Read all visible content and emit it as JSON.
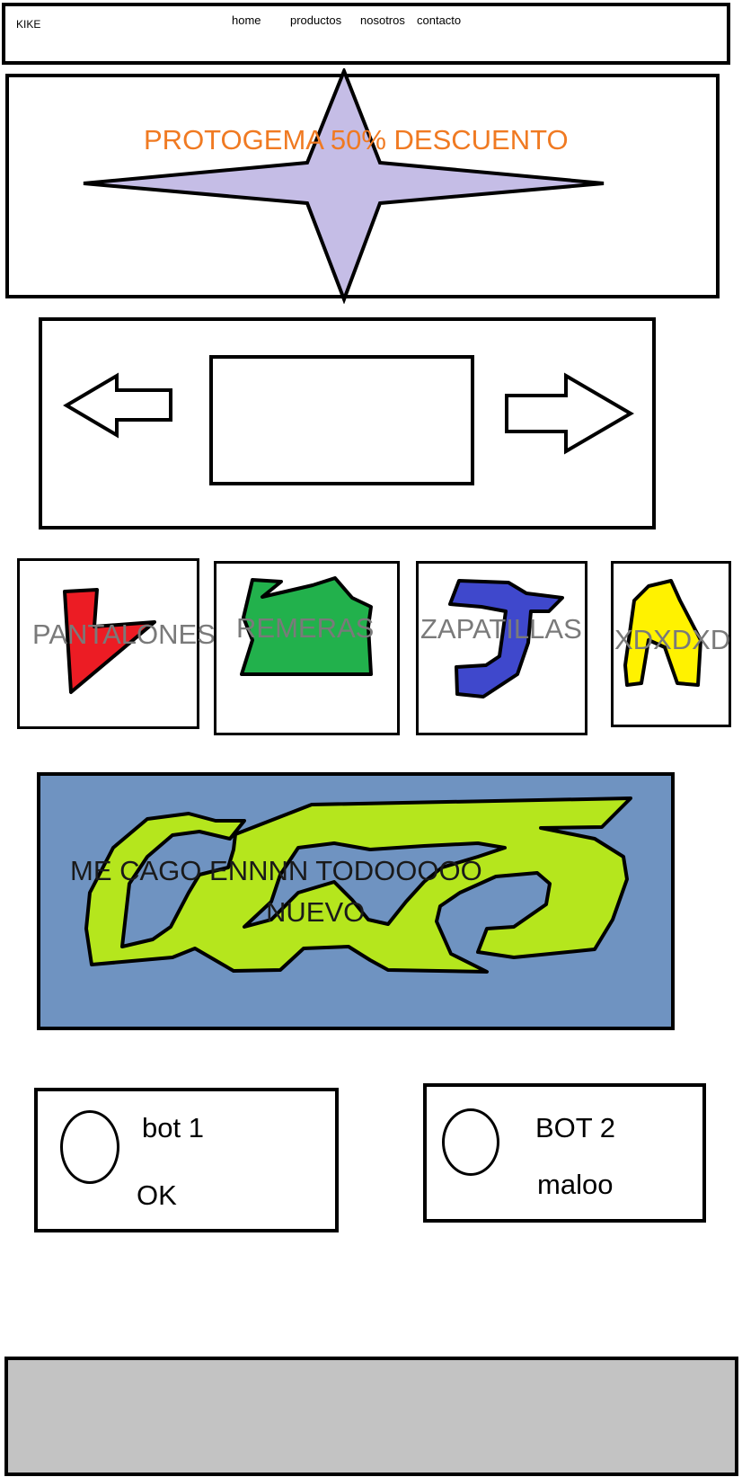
{
  "header": {
    "brand": "KIKE",
    "nav": [
      "home",
      "productos",
      "nosotros",
      "contacto"
    ]
  },
  "promo": {
    "text": "PROTOGEMA 50%  DESCUENTO",
    "star_color": "#c5bde6",
    "text_color": "#f07a22"
  },
  "carousel": {
    "prev_icon": "arrow-left-icon",
    "next_icon": "arrow-right-icon"
  },
  "categories": [
    {
      "label": "PANTALONES",
      "color": "#ec1c24"
    },
    {
      "label": "REMERAS",
      "color": "#22b14c"
    },
    {
      "label": "ZAPATILLAS",
      "color": "#3f48cc"
    },
    {
      "label": "XDXDXD",
      "color": "#fff200"
    }
  ],
  "banner": {
    "line1": "ME CAGO ENNNN TODOOOOO",
    "line2": "NUEVO",
    "background": "#6f93c1",
    "shape_color": "#b5e61d"
  },
  "buttons": [
    {
      "title": "bot 1",
      "subtitle": "OK"
    },
    {
      "title": "BOT 2",
      "subtitle": "maloo"
    }
  ],
  "footer": {
    "color": "#c3c3c3"
  }
}
